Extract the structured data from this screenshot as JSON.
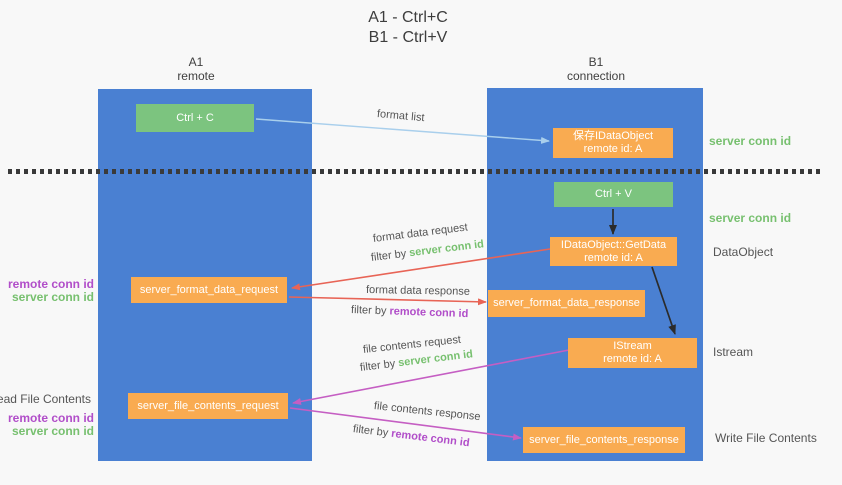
{
  "title": {
    "line1": "A1 - Ctrl+C",
    "line2": "B1 - Ctrl+V"
  },
  "lanes": {
    "left": {
      "name": "A1",
      "role": "remote"
    },
    "right": {
      "name": "B1",
      "role": "connection"
    }
  },
  "nodes": {
    "ctrl_c": "Ctrl + C",
    "save_idataobject": {
      "line1": "保存IDataObject",
      "line2": "remote id: A"
    },
    "ctrl_v": "Ctrl + V",
    "getdata": {
      "line1": "IDataObject::GetData",
      "line2": "remote id: A"
    },
    "format_request": "server_format_data_request",
    "format_response": "server_format_data_response",
    "istream": {
      "line1": "IStream",
      "line2": "remote id: A"
    },
    "file_request": "server_file_contents_request",
    "file_response": "server_file_contents_response"
  },
  "side_labels": {
    "server_conn_id": "server conn id",
    "remote_conn_id": "remote conn id",
    "dataobject": "DataObject",
    "istream": "Istream",
    "read_file_contents": "Read File Contents",
    "write_file_contents": "Write File Contents"
  },
  "arrow_labels": {
    "format_list": "format list",
    "format_data_request": "format data request",
    "format_data_response": "format data response",
    "file_contents_request": "file contents request",
    "file_contents_response": "file contents response",
    "filter_by": "filter by ",
    "server_conn_id": "server conn id",
    "remote_conn_id": "remote conn id"
  },
  "colors": {
    "lane_blue": "#4a80d2",
    "box_green": "#7cc47f",
    "box_orange": "#f9ab51",
    "arrow_blue": "#a9cfec",
    "arrow_red": "#e86456",
    "arrow_magenta": "#c55ec3",
    "arrow_black": "#2b2b2b",
    "label_green": "#77c06f",
    "label_purple": "#b14ec9",
    "label_gray": "#555555",
    "background": "#f8f8f8"
  }
}
